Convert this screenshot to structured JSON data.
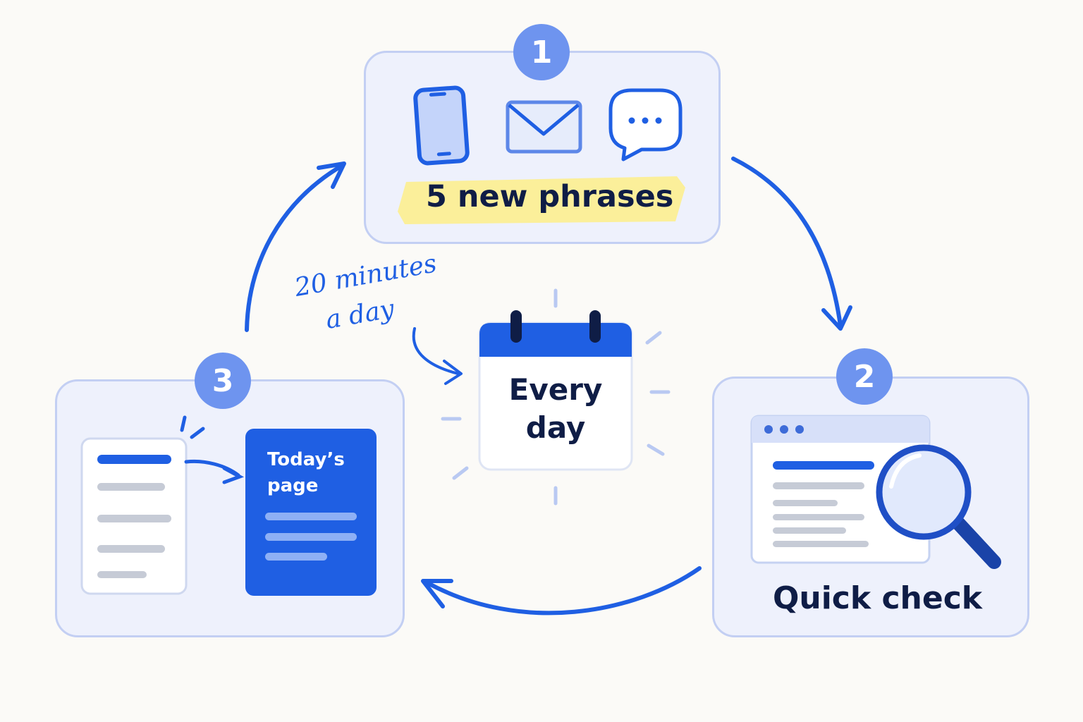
{
  "colors": {
    "accent": "#1f5fe3",
    "card_fill": "#eef1fc",
    "card_border": "#c3cff3",
    "badge_fill": "#6e94ef",
    "highlight": "#fbef9a",
    "text_dark": "#0f1d46"
  },
  "steps": [
    {
      "number": "1",
      "label": "5 new phrases",
      "icons": [
        "phone-icon",
        "envelope-icon",
        "chat-bubble-icon"
      ]
    },
    {
      "number": "2",
      "label": "Quick check",
      "icons": [
        "browser-window-icon",
        "magnifier-icon"
      ]
    },
    {
      "number": "3",
      "page_label_line1": "Today’s",
      "page_label_line2": "page",
      "icons": [
        "notes-list-icon",
        "page-icon"
      ]
    }
  ],
  "center": {
    "line1": "Every",
    "line2": "day",
    "icon": "calendar-icon"
  },
  "note": {
    "line1": "20 minutes",
    "line2": "a day"
  }
}
